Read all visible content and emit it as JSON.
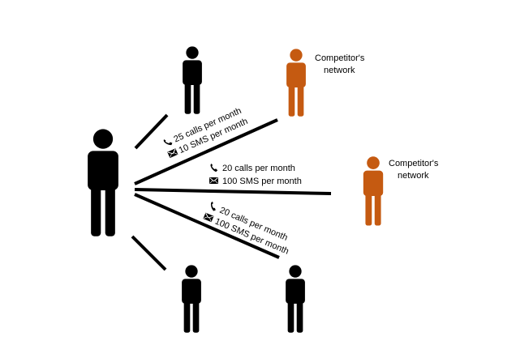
{
  "colors": {
    "user": "#000000",
    "competitor": "#c55a11",
    "edge": "#000000"
  },
  "icons": {
    "call": "phone-icon",
    "sms": "envelope-icon",
    "person": "person-icon"
  },
  "nodes": {
    "center": {
      "kind": "user"
    },
    "top": {
      "kind": "user"
    },
    "top_competitor": {
      "kind": "competitor",
      "label_line1": "Competitor's",
      "label_line2": "network"
    },
    "right_competitor": {
      "kind": "competitor",
      "label_line1": "Competitor's",
      "label_line2": "network"
    },
    "bottom_left": {
      "kind": "user"
    },
    "bottom_right": {
      "kind": "user"
    }
  },
  "edges": {
    "to_top_competitor": {
      "calls": "25 calls per month",
      "sms": "10  SMS per month"
    },
    "to_right_competitor": {
      "calls": "20 calls per month",
      "sms": "100 SMS per month"
    },
    "to_bottom_right": {
      "calls": "20 calls per month",
      "sms": "100  SMS per month"
    }
  }
}
